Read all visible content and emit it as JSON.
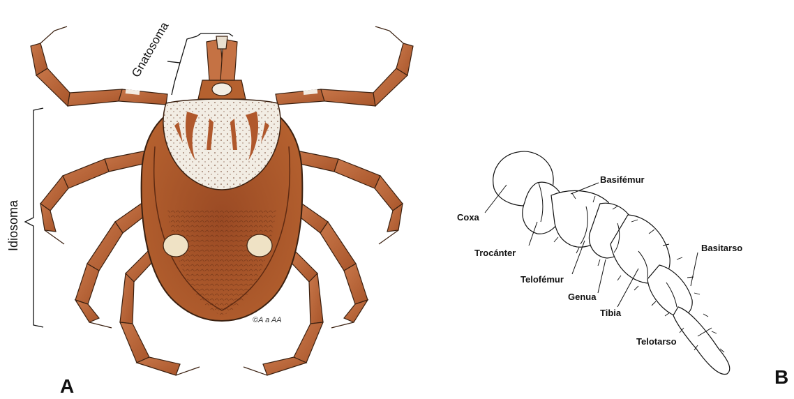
{
  "panel_a": {
    "letter": "A",
    "brackets": {
      "gnathosoma_label": "Gnatosoma",
      "idiosoma_label": "Idiosoma"
    },
    "signature": "©A a AA",
    "colors": {
      "body": "#b0582c",
      "legs": "#bf6a3c",
      "scutum": "#f2ede4",
      "outline": "#3a2010"
    }
  },
  "panel_b": {
    "letter": "B",
    "segment_labels": [
      "Coxa",
      "Trocánter",
      "Basifémur",
      "Telofémur",
      "Genua",
      "Tibia",
      "Basitarso",
      "Telotarso"
    ]
  }
}
